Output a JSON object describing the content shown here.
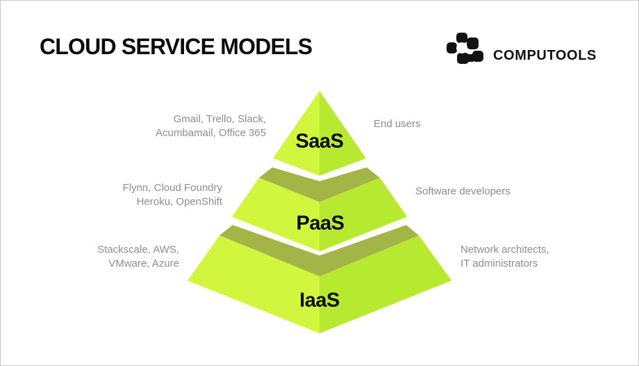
{
  "header": {
    "title": "CLOUD SERVICE MODELS",
    "logo": {
      "text": "COMPUTOOLS",
      "icon": "computools-blocks-icon",
      "color": "#131313"
    }
  },
  "pyramid": {
    "colors": {
      "face_left": "#d2f53e",
      "face_right": "#b6e930",
      "band": "#a3b546"
    },
    "layers": [
      {
        "id": "saas",
        "label": "SaaS",
        "left_note": "Gmail, Trello, Slack,\nAcumbamail, Office 365",
        "right_note": "End users"
      },
      {
        "id": "paas",
        "label": "PaaS",
        "left_note": "Flynn, Cloud Foundry\nHeroku, OpenShift",
        "right_note": "Software developers"
      },
      {
        "id": "iaas",
        "label": "IaaS",
        "left_note": "Stackscale, AWS,\nVMware, Azure",
        "right_note": "Network architects,\nIT administrators"
      }
    ]
  }
}
